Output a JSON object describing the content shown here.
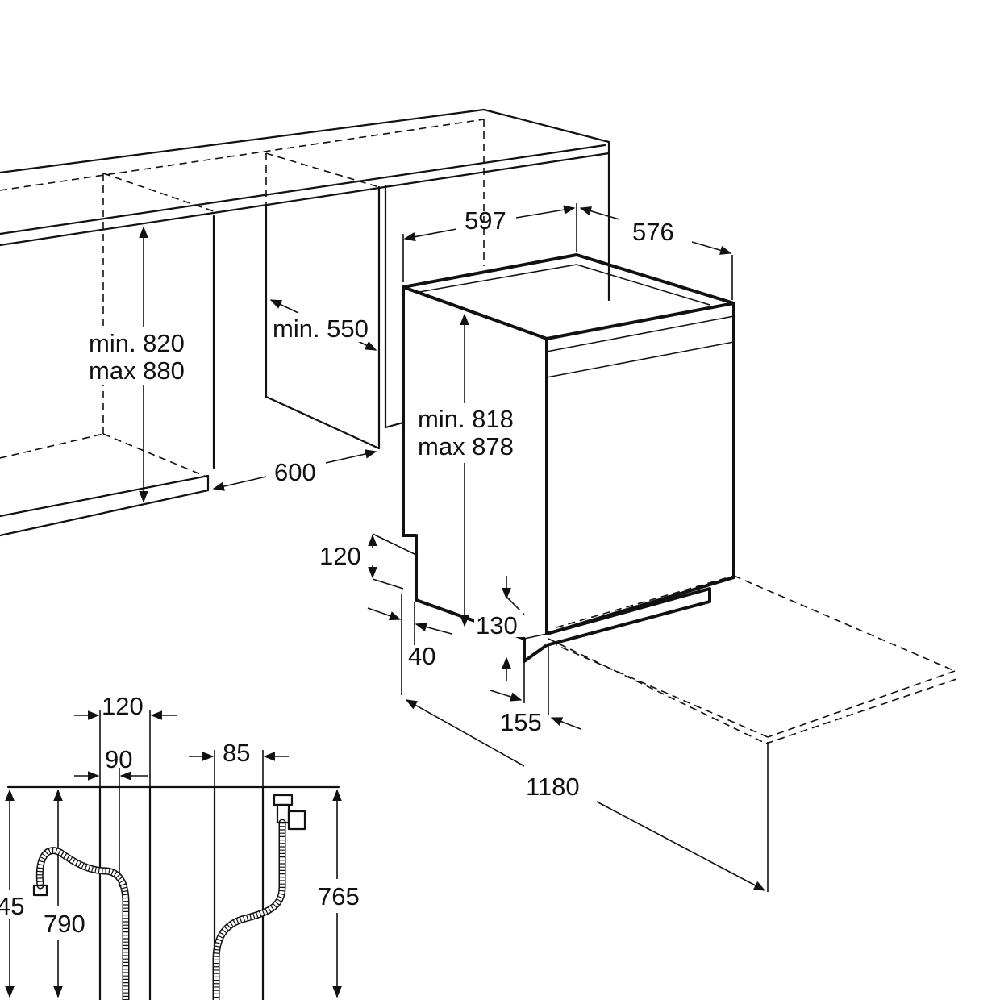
{
  "labels": {
    "cabinet_height": [
      "min. 820",
      "max 880"
    ],
    "cabinet_depth": "min. 550",
    "niche_width": "600",
    "appliance_width": "597",
    "appliance_depth": "576",
    "appliance_height": [
      "min. 818",
      "max 878"
    ],
    "plinth_height": "120",
    "plinth_recess": "40",
    "foot_height": "130",
    "foot_setback": "155",
    "door_opening": "1180",
    "detail_offset_a": "120",
    "detail_offset_b": "90",
    "detail_offset_c": "85",
    "detail_height_left": "45",
    "detail_height_drain": "790",
    "detail_height_inlet": "765"
  }
}
